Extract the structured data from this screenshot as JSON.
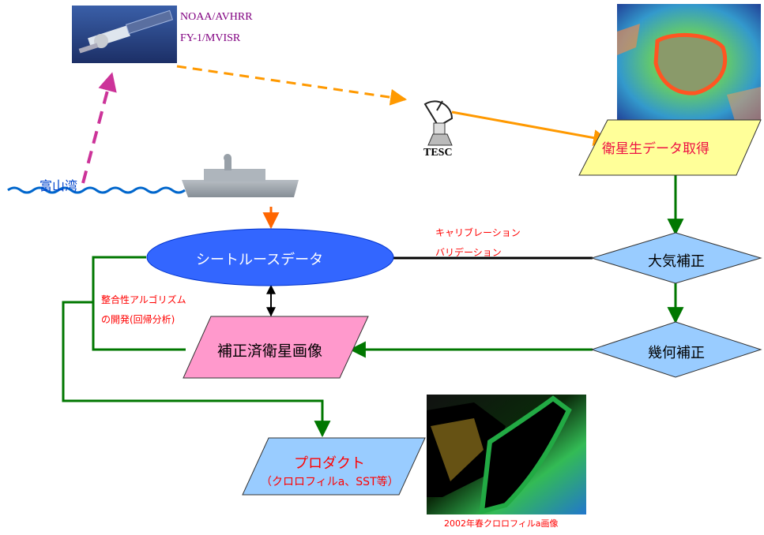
{
  "satellite": {
    "name_line1": "NOAA/AVHRR",
    "name_line2": "FY-1/MVISR"
  },
  "station": {
    "label": "TESC"
  },
  "bay": {
    "label": "富山湾"
  },
  "nodes": {
    "raw_data": "衛星生データ取得",
    "atmos_correction": "大気補正",
    "geo_correction": "幾何補正",
    "sea_truth": "シートルースデータ",
    "corrected_image": "補正済衛星画像",
    "product_line1": "プロダクト",
    "product_line2": "（クロロフィルa、SST等）"
  },
  "annotations": {
    "calibration": "キャリブレーション",
    "validation": "バリデーション",
    "algorithm_line1": "整合性アルゴリズム",
    "algorithm_line2": "の開発(回帰分析)"
  },
  "captions": {
    "chlorophyll_image": "2002年春クロロフィルa画像"
  },
  "colors": {
    "orange": "#ff9900",
    "dark_orange": "#ff6600",
    "green": "#007700",
    "magenta": "#cc3399",
    "blue_ellipse": "#3366ff",
    "light_blue": "#99ccff",
    "yellow": "#ffff99",
    "pink": "#ff99cc",
    "red_text": "#ff0000"
  }
}
